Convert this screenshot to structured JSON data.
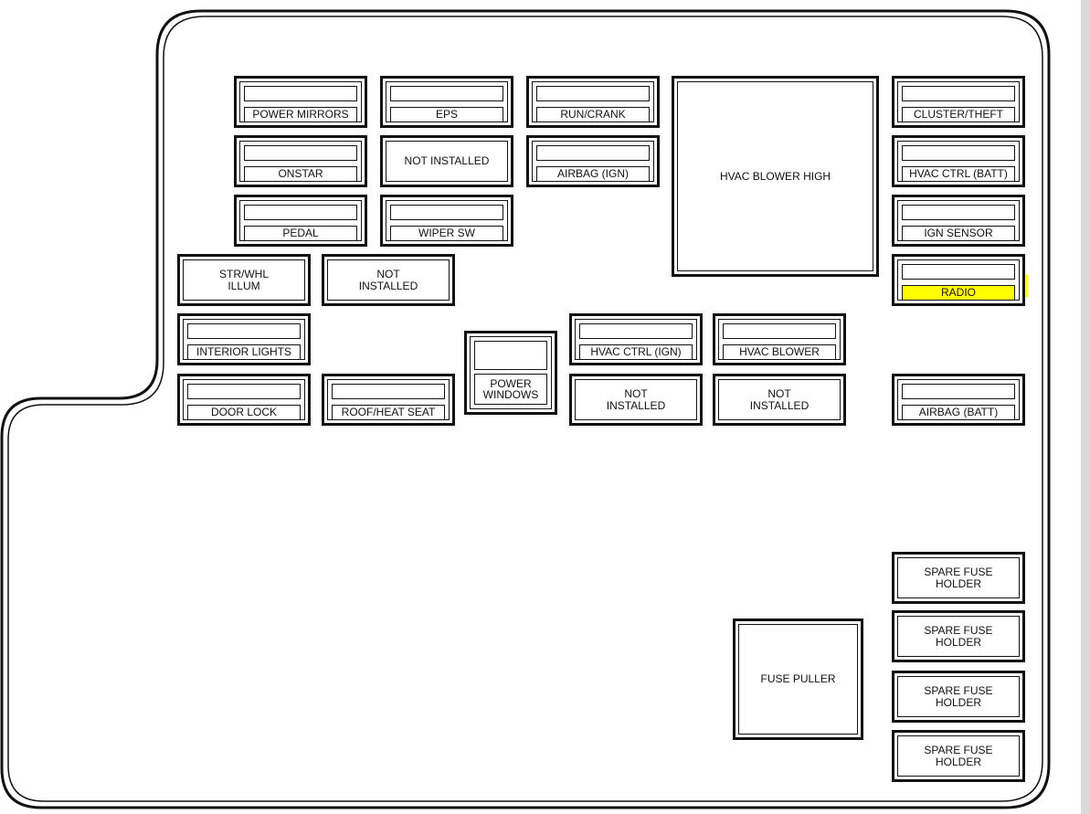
{
  "fuses": {
    "power_mirrors": "POWER MIRRORS",
    "eps": "EPS",
    "run_crank": "RUN/CRANK",
    "hvac_blower_high": "HVAC BLOWER HIGH",
    "cluster_theft": "CLUSTER/THEFT",
    "onstar": "ONSTAR",
    "not_installed_1": "NOT INSTALLED",
    "airbag_ign": "AIRBAG (IGN)",
    "hvac_ctrl_batt": "HVAC CTRL (BATT)",
    "pedal": "PEDAL",
    "wiper_sw": "WIPER SW",
    "ign_sensor": "IGN SENSOR",
    "str_whl_illum": "STR/WHL\nILLUM",
    "not_installed_2": "NOT\nINSTALLED",
    "radio": "RADIO",
    "interior_lights": "INTERIOR LIGHTS",
    "power_windows": "POWER\nWINDOWS",
    "hvac_ctrl_ign": "HVAC CTRL (IGN)",
    "hvac_blower": "HVAC BLOWER",
    "door_lock": "DOOR LOCK",
    "roof_heat_seat": "ROOF/HEAT SEAT",
    "not_installed_3": "NOT\nINSTALLED",
    "not_installed_4": "NOT\nINSTALLED",
    "airbag_batt": "AIRBAG (BATT)",
    "spare_fuse_holder": "SPARE FUSE\nHOLDER",
    "fuse_puller": "FUSE PULLER"
  },
  "colors": {
    "outline": "#111111",
    "highlight": "#ffff00",
    "background": "#ffffff"
  }
}
